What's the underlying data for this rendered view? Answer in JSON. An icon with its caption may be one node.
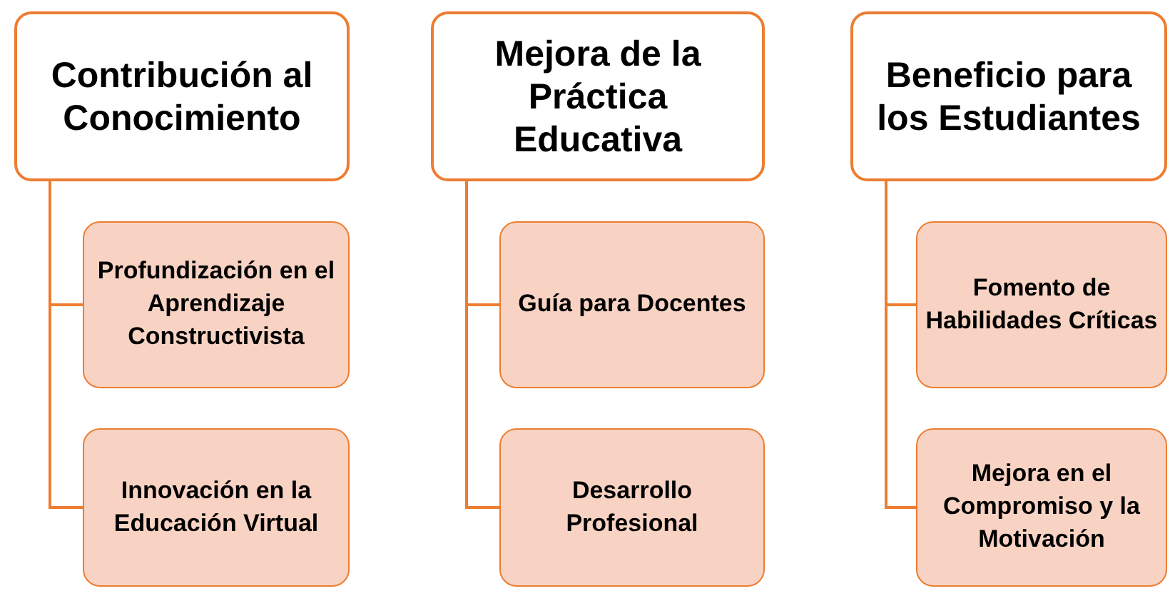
{
  "diagram": {
    "nodes": [
      {
        "text": [
          "Contribución al Conocimiento"
        ]
      },
      {
        "text": [
          "Profundización en el Aprendizaje Constructivista"
        ]
      },
      {
        "text": [
          "Innovación en la Educación Virtual"
        ]
      },
      {
        "text": [
          "Mejora de la Práctica Educativa"
        ]
      },
      {
        "text": [
          "Guía para Docentes"
        ]
      },
      {
        "text": [
          "Desarrollo Profesional"
        ]
      },
      {
        "text": [
          "Beneficio para los Estudiantes"
        ]
      },
      {
        "text": [
          "Fomento de Habilidades Críticas"
        ]
      },
      {
        "text": [
          "Mejora en el Compromiso y la Motivación"
        ]
      }
    ],
    "edges": [
      {
        "from": 0,
        "to": 1,
        "arrow": "none"
      },
      {
        "from": 0,
        "to": 2,
        "arrow": "none"
      },
      {
        "from": 3,
        "to": 4,
        "arrow": "none"
      },
      {
        "from": 3,
        "to": 5,
        "arrow": "none"
      },
      {
        "from": 6,
        "to": 7,
        "arrow": "none"
      },
      {
        "from": 6,
        "to": 8,
        "arrow": "none"
      }
    ]
  }
}
